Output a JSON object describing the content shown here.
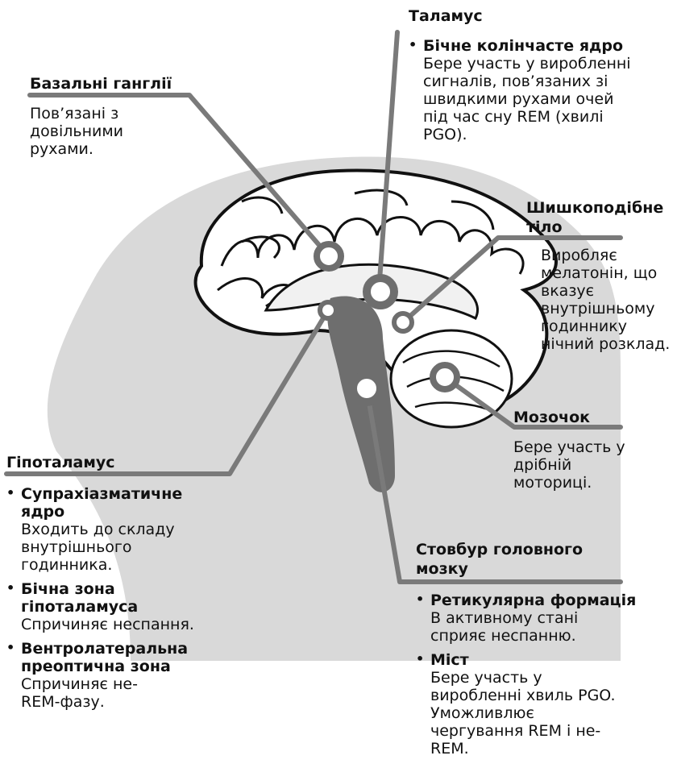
{
  "labels": {
    "basal_ganglia": {
      "title": "Базальні ганглії",
      "text": "Пов’язані з довільними рухами."
    },
    "thalamus": {
      "title": "Таламус",
      "items": [
        {
          "title": "Бічне колінчасте ядро",
          "text": "Бере участь у виробленні сигналів, пов’язаних зі швидкими рухами очей під час сну REM (хвилі PGO)."
        }
      ]
    },
    "pineal": {
      "title": "Шишкоподібне тіло",
      "text": "Виробляє мелатонін, що вказує внутрішньому годиннику нічний розклад."
    },
    "cerebellum": {
      "title": "Мозочок",
      "text": "Бере участь у дрібній моториці."
    },
    "hypothalamus": {
      "title": "Гіпоталамус",
      "items": [
        {
          "title": "Супрахіазматичне ядро",
          "text": "Входить до складу внутрішнього годинника."
        },
        {
          "title": "Бічна зона гіпоталамуса",
          "text": "Спричиняє неспання."
        },
        {
          "title": "Вентролатеральна преоптична зона",
          "text": "Спричиняє не-REM-фазу."
        }
      ]
    },
    "brainstem": {
      "title": "Стовбур головного мозку",
      "items": [
        {
          "title": "Ретикулярна формація",
          "text": "В активному стані сприяє неспанню."
        },
        {
          "title": "Міст",
          "text": "Бере участь у виробленні хвиль PGO. Уможливлює чергування REM і не-REM."
        }
      ]
    }
  },
  "colors": {
    "head": "#d9d9d9",
    "leader": "#7a7a7a",
    "brain_outline": "#111111",
    "brainstem": "#6e6e6e"
  }
}
